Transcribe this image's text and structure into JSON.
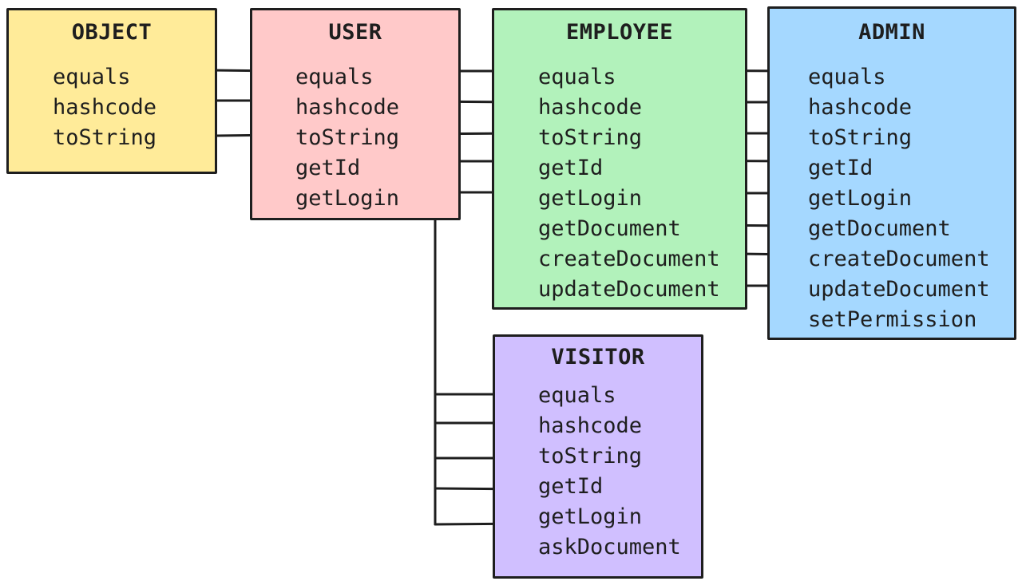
{
  "classes": {
    "object": {
      "title": "OBJECT",
      "color": "#ffeb99",
      "members": [
        "equals",
        "hashcode",
        "toString"
      ]
    },
    "user": {
      "title": "USER",
      "color": "#ffc9c9",
      "members": [
        "equals",
        "hashcode",
        "toString",
        "getId",
        "getLogin"
      ]
    },
    "employee": {
      "title": "EMPLOYEE",
      "color": "#b2f2bb",
      "members": [
        "equals",
        "hashcode",
        "toString",
        "getId",
        "getLogin",
        "getDocument",
        "createDocument",
        "updateDocument"
      ]
    },
    "admin": {
      "title": "ADMIN",
      "color": "#a5d8ff",
      "members": [
        "equals",
        "hashcode",
        "toString",
        "getId",
        "getLogin",
        "getDocument",
        "createDocument",
        "updateDocument",
        "setPermission"
      ]
    },
    "visitor": {
      "title": "VISITOR",
      "color": "#d0bfff",
      "members": [
        "equals",
        "hashcode",
        "toString",
        "getId",
        "getLogin",
        "askDocument"
      ]
    }
  },
  "stroke_color": "#1e1e1e"
}
